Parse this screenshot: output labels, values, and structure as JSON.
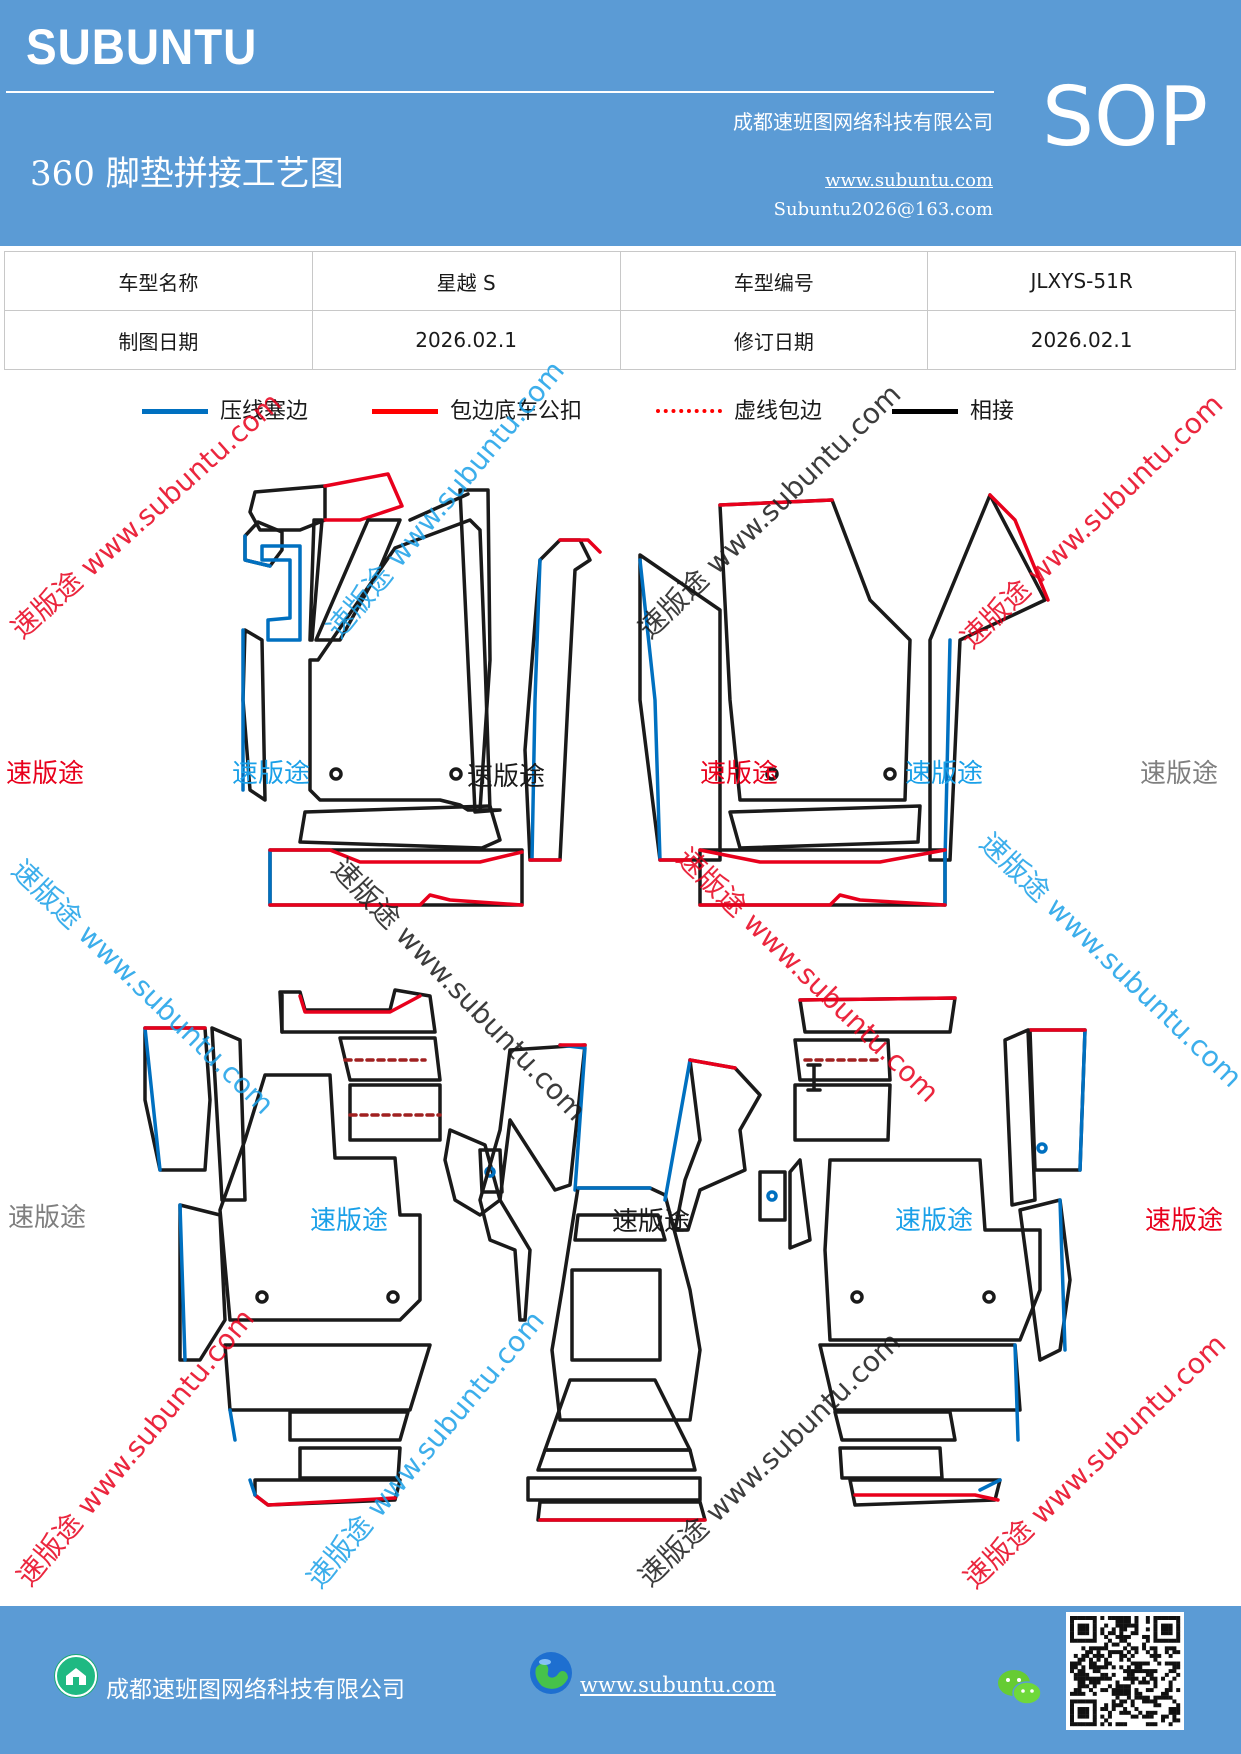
{
  "header": {
    "brand": "SUBUNTU",
    "title": "360 脚垫拼接工艺图",
    "company": "成都速班图网络科技有限公司",
    "website": "www.subuntu.com",
    "email": "Subuntu2026@163.com",
    "sop": "SOP"
  },
  "info_table": {
    "rows": [
      [
        "车型名称",
        "星越 S",
        "车型编号",
        "JLXYS-51R"
      ],
      [
        "制图日期",
        "2026.02.1",
        "修订日期",
        "2026.02.1"
      ]
    ]
  },
  "legend": [
    {
      "label": "压线塞边",
      "color": "#0070c0",
      "style": "solid"
    },
    {
      "label": "包边底车公扣",
      "color": "#ff0000",
      "style": "solid"
    },
    {
      "label": "虚线包边",
      "color": "#ff0000",
      "style": "dashed"
    },
    {
      "label": "相接",
      "color": "#000000",
      "style": "solid"
    }
  ],
  "watermark": {
    "brand": "速版途",
    "diagonal": "速版途 www.subuntu.com",
    "colors": {
      "red": "#e8001c",
      "blue": "#1aa0e8",
      "gray": "#7f7f7f",
      "dark": "#1a1a1a"
    }
  },
  "footer": {
    "company": "成都速班图网络科技有限公司",
    "website": "www.subuntu.com"
  },
  "icons": [
    "shield-badge-icon",
    "globe-icon",
    "wechat-icon",
    "qr-code-icon"
  ]
}
